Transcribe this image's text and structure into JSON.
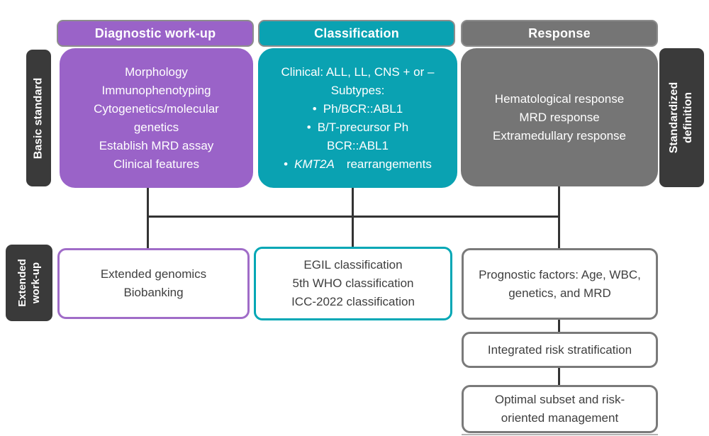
{
  "glyphs": {
    "bullet": "•"
  },
  "columns": {
    "diagnostic": {
      "header": "Diagnostic work-up",
      "lines": [
        "Morphology",
        "Immunophenotyping",
        "Cytogenetics/molecular",
        "genetics",
        "Establish MRD assay",
        "Clinical features"
      ]
    },
    "classification": {
      "header": "Classification",
      "clinical_line": "Clinical: ALL, LL, CNS + or –",
      "subtypes_label": "Subtypes:",
      "bullet1": "Ph/BCR::ABL1",
      "bullet2_line1": "B/T-precursor Ph",
      "bullet2_line2": "BCR::ABL1",
      "bullet3_gene": "KMT2A",
      "bullet3_rest": "rearrangements"
    },
    "response": {
      "header": "Response",
      "lines": [
        "Hematological response",
        "MRD response",
        "Extramedullary response"
      ]
    }
  },
  "side_labels": {
    "basic_standard": "Basic standard",
    "extended_workup_line1": "Extended",
    "extended_workup_line2": "work-up",
    "standardized_line1": "Standardized",
    "standardized_line2": "definition"
  },
  "extended_row": {
    "genomics_lines": [
      "Extended genomics",
      "Biobanking"
    ],
    "classification_lines": [
      "EGIL classification",
      "5th WHO classification",
      "ICC-2022 classification"
    ],
    "prognostic_lines": [
      "Prognostic factors: Age, WBC,",
      "genetics, and MRD"
    ]
  },
  "risk_chain": {
    "integrated": "Integrated risk stratification",
    "optimal_line1": "Optimal subset and risk-",
    "optimal_line2": "oriented management"
  },
  "colors": {
    "purple": "#9a63c8",
    "teal": "#0aa2b2",
    "gray": "#757575",
    "dark_label": "#3a3a3a",
    "purple_border": "#a06cc8",
    "teal_border": "#00a7b5",
    "gray_border": "#7a7a7a",
    "connector": "#333333"
  }
}
